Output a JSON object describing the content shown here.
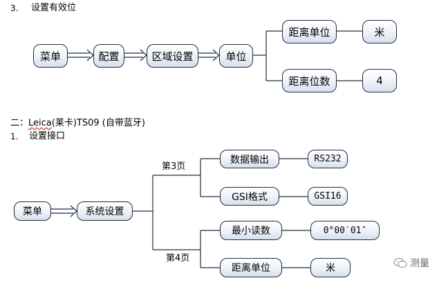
{
  "section3": {
    "number": "3.",
    "title": "设置有效位"
  },
  "diagram1": {
    "menu": "菜单",
    "config": "配置",
    "region": "区域设置",
    "unit": "单位",
    "distance_unit": "距离单位",
    "distance_unit_value": "米",
    "distance_digits": "距离位数",
    "distance_digits_value": "4"
  },
  "section_two": {
    "prefix": "二：",
    "brand": "Leica",
    "title_rest": "(莱卡)TS09 (自带蓝牙)"
  },
  "section1": {
    "number": "1.",
    "title": "设置接口"
  },
  "diagram2": {
    "menu": "菜单",
    "system_settings": "系统设置",
    "page3": "第3页",
    "page4": "第4页",
    "data_output": "数据输出",
    "data_output_value": "RS232",
    "gsi_format": "GSI格式",
    "gsi_format_value": "GSI16",
    "min_reading": "最小读数",
    "min_reading_value": "0°00′01″",
    "distance_unit": "距离单位",
    "distance_unit_value": "米"
  },
  "watermark": {
    "icon": "wechat-icon",
    "text": "测量"
  }
}
